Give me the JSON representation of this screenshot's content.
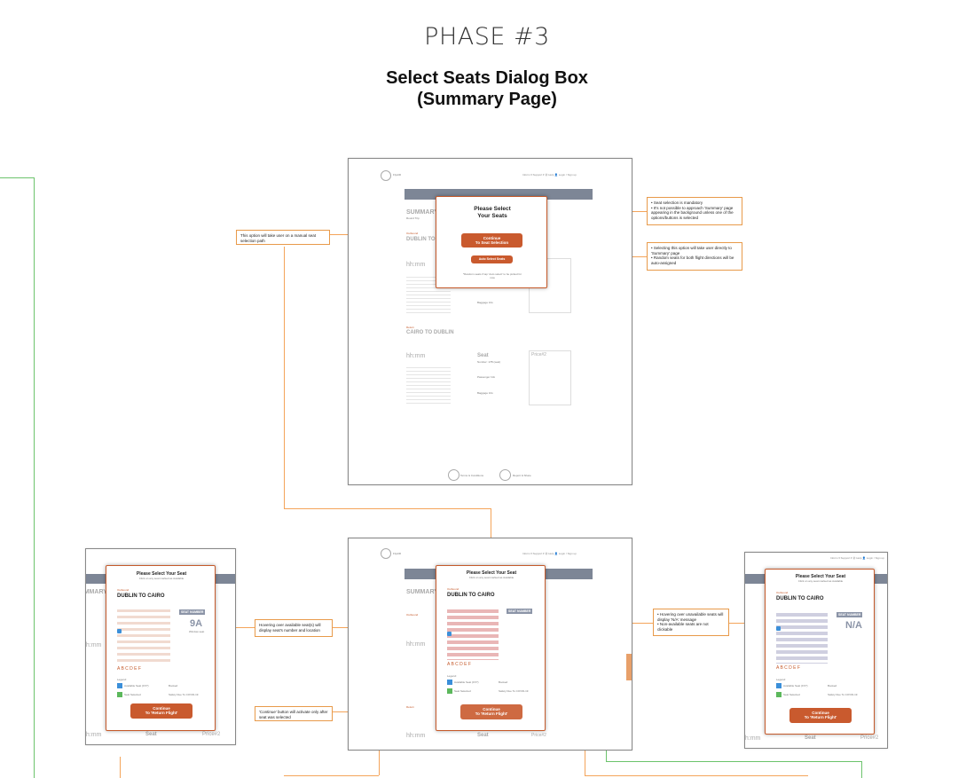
{
  "header": {
    "phase": "PHASE #3",
    "title_line1": "Select Seats Dialog Box",
    "title_line2": "(Summary Page)"
  },
  "app": {
    "nav": "Inform ▾   Support ▾   Ⓜ Help   👤 Login / Sign up",
    "brand": "FlyAIR"
  },
  "summary": {
    "title": "SUMMARY",
    "subtitle": "Round Trip",
    "outbound_label": "Outbound",
    "outbound_route": "DUBLIN TO CAIRO",
    "return_label": "Return",
    "return_route": "CAIRO TO DUBLIN",
    "time": "hh:mm",
    "price_label": "Price#2",
    "seat_label": "Seat",
    "baggage_label": "Baggage Info",
    "passenger_label": "Passenger Info",
    "seat_number_text": "Number: 17B (seat)",
    "footer_terms": "Terms & Conditions",
    "footer_report": "Report & Share"
  },
  "dialog_main": {
    "title_line1": "Please Select",
    "title_line2": "Your Seats",
    "continue_line1": "Continue",
    "continue_line2": "To Seat Selection",
    "auto_label": "Auto Select Seats",
    "fine_print": "*Random seats if tap 'Auto select' to be picked for now"
  },
  "seat_dialog": {
    "title": "Please Select Your Seat",
    "subtitle": "Click on any seat marked as Available",
    "outbound": "Outbound",
    "route": "DUBLIN TO CAIRO",
    "seat_number_label": "SEAT NUMBER",
    "seat_selected": "9A",
    "seat_detail": "Window seat",
    "seat_na": "N/A",
    "cols": "A B C   D E F",
    "legend_title": "Legend:",
    "legend_available": "Available Seat (FX?)",
    "legend_booked": "Booked",
    "legend_selected": "Seat Selected",
    "legend_covid": "Safety Due To COVID-19",
    "continue_line1": "Continue",
    "continue_line2": "To 'Return Flight'"
  },
  "notes": {
    "manual": "This option will take user on a manual seat selection path",
    "mandatory": [
      "Seat selection is mandatory",
      "It's not possible to approach 'Summary' page appearing in the background unless one of the options/buttons is selected"
    ],
    "auto": [
      "Selecting this option will take user directly to 'Summary' page",
      "Random seats for both flight directions will be auto-assigned"
    ],
    "hover_available": "Hovering over available seat(s) will display seat's number and location",
    "continue_active": "'Continue' button will activate only after seat was selected",
    "hover_unavailable": [
      "Hovering over unavailable seats will display 'N/A' message",
      "Non-available seats are not clickable"
    ]
  }
}
